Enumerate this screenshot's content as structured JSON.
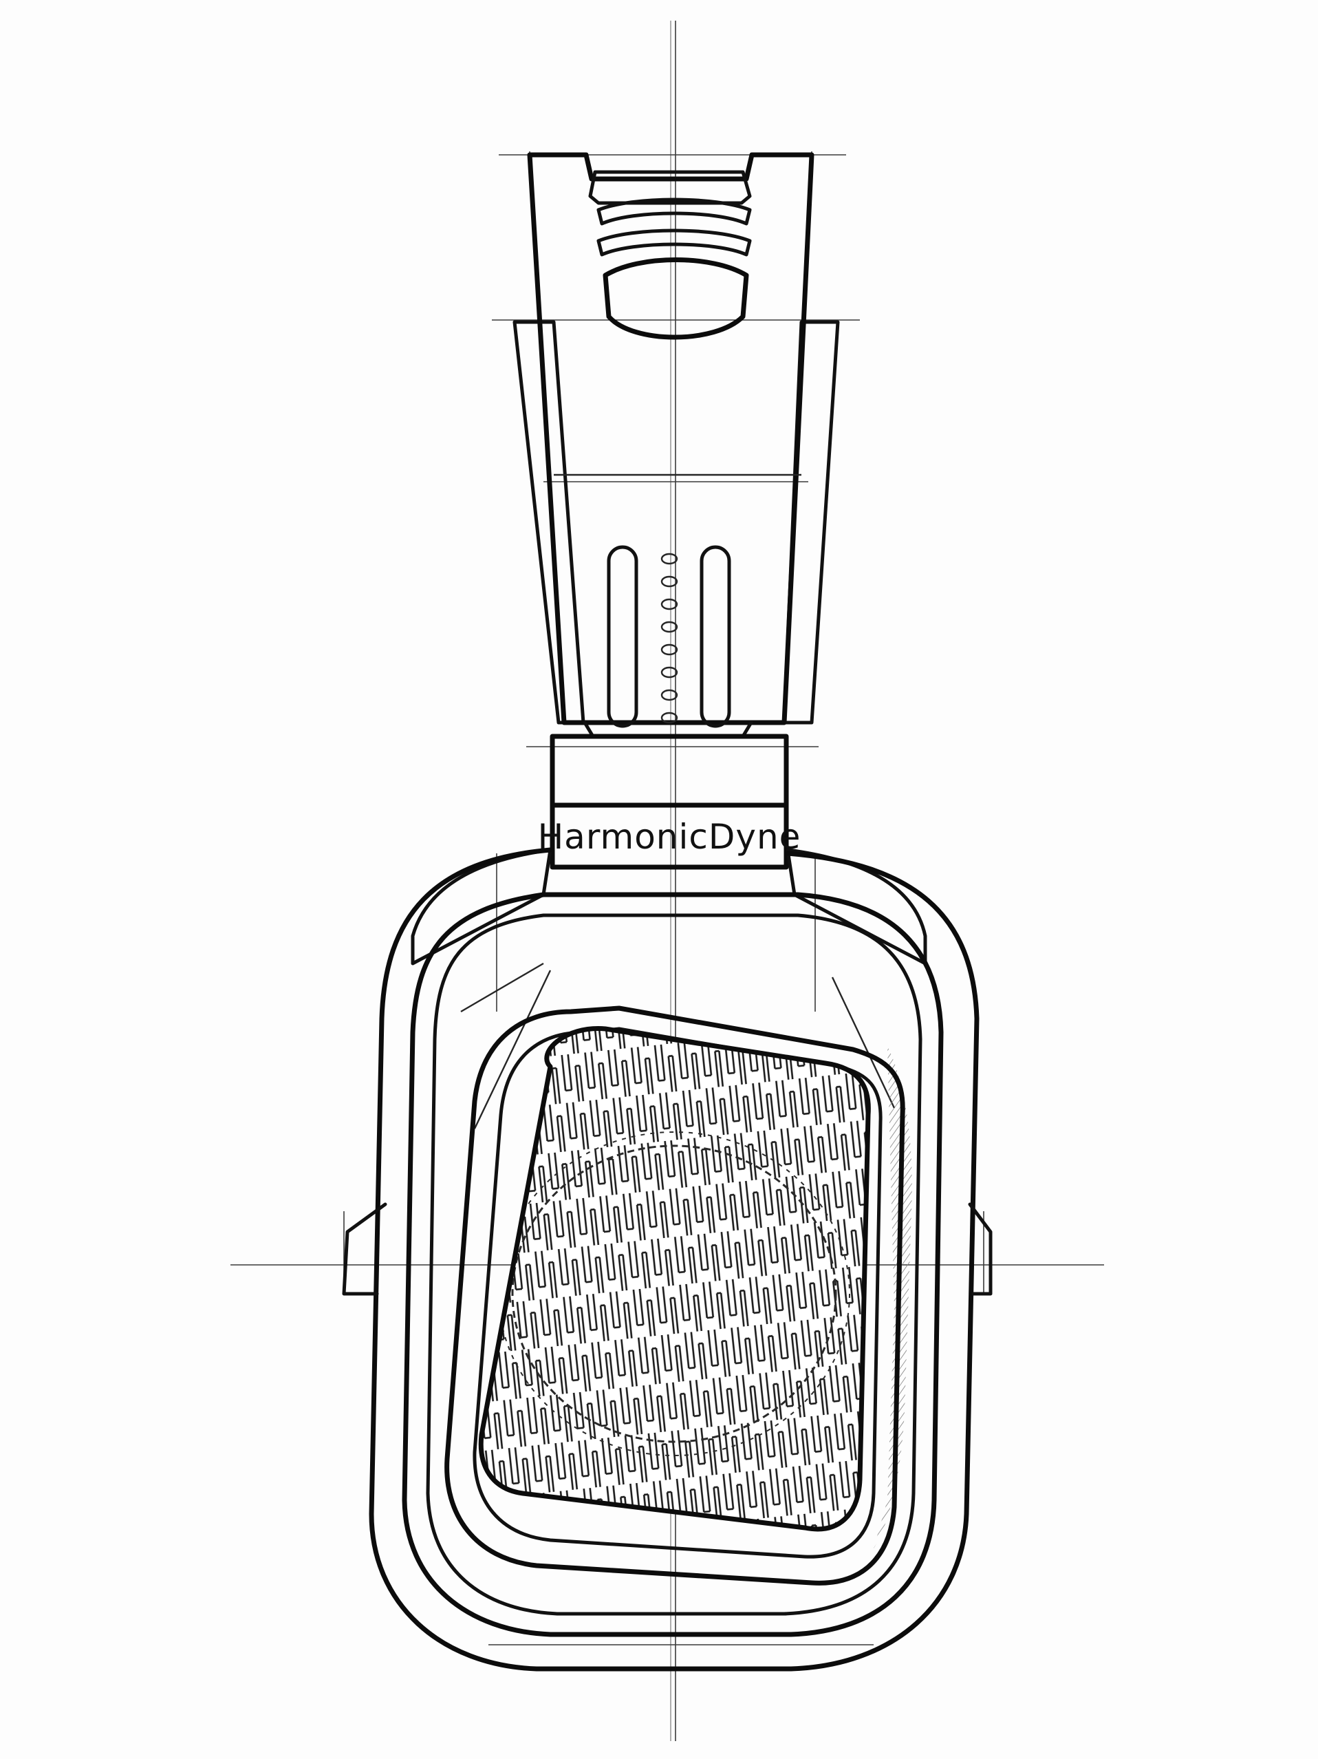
{
  "drawing": {
    "subject": "headphone-earcup-sketch",
    "brand_label": "HarmonicDyne",
    "style": "pencil line sketch with construction guides",
    "colors": {
      "paper": "#fdfdfd",
      "ink": "#111111",
      "hatch": "#5a5a5a"
    },
    "icons": [
      "headphone-headband",
      "earcup",
      "grille"
    ]
  }
}
